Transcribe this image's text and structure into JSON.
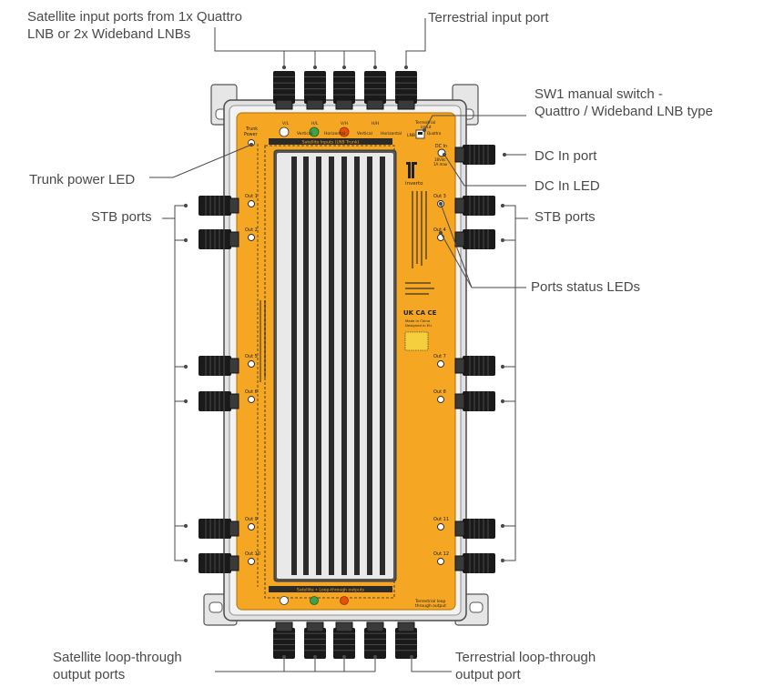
{
  "callouts": {
    "satellite_inputs": "Satellite input ports from 1x Quattro\nLNB or 2x Wideband LNBs",
    "terrestrial_input": "Terrestrial input port",
    "sw1_switch": "SW1 manual switch -\nQuattro / Wideband LNB type",
    "dc_in_port": "DC In port",
    "dc_in_led": "DC In LED",
    "trunk_power_led": "Trunk power LED",
    "stb_ports_left": "STB ports",
    "stb_ports_right": "STB ports",
    "ports_status_leds": "Ports status LEDs",
    "sat_loop_outputs": "Satellite loop-through\noutput ports",
    "terr_loop_output": "Terrestrial loop-through\noutput port"
  },
  "device": {
    "brand": "inverto",
    "trunk_power_label": "Trunk\nPower",
    "terrestrial_input_label": "Terrestrial\ninput",
    "lnb_label": "LNB",
    "quattro_label": "Quattro",
    "wideband_label": "Wideband",
    "dc_in_label": "DC In",
    "dc_in_spec": "18Vdc\n1A max",
    "sat_inputs_title": "Satellite Inputs (LNB Trunk)",
    "loop_title": "Satellite • Loop-through outputs",
    "terr_loop_label": "Terrestrial loop\nthrough output",
    "top_labels": [
      "V/L",
      "H/L",
      "V/H",
      "H/H"
    ],
    "top_sub_labels": [
      "Vertical",
      "Horizontal",
      "Vertical",
      "Horizontal"
    ],
    "outputs_left": [
      "Out 1",
      "Out 2",
      "Out 5",
      "Out 6",
      "Out 9",
      "Out 10"
    ],
    "outputs_right": [
      "Out 3",
      "Out 4",
      "Out 7",
      "Out 8",
      "Out 11",
      "Out 12"
    ],
    "ukca_ce": "UK CA  CE",
    "made_in": "Made in China\nDesigned in EU",
    "colors": {
      "body": "#f5a623",
      "body_dark": "#d98a10",
      "frame": "#e4e4e4",
      "frame_edge": "#5a5a5a",
      "connector": "#1a1a1a",
      "led_green": "#43a047",
      "led_orange": "#e65100",
      "led_yellow": "#f4d03f"
    }
  }
}
